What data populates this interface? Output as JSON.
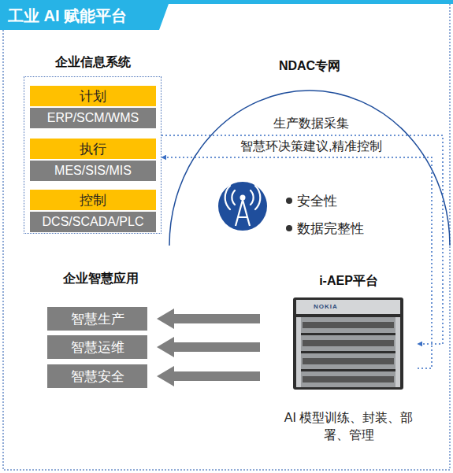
{
  "diagram": {
    "title": "工业 AI 赋能平台",
    "nodes": [
      {
        "text": [
          "企业信息系统"
        ]
      },
      {
        "text": [
          "计划"
        ],
        "in": 0
      },
      {
        "text": [
          "ERP/SCM/WMS"
        ],
        "in": 0
      },
      {
        "text": [
          "执行"
        ],
        "in": 0
      },
      {
        "text": [
          "MES/SIS/MIS"
        ],
        "in": 0
      },
      {
        "text": [
          "控制"
        ],
        "in": 0
      },
      {
        "text": [
          "DCS/SCADA/PLC"
        ],
        "in": 0
      },
      {
        "text": [
          "NDAC专网",
          "安全性",
          "数据完整性"
        ]
      },
      {
        "text": [
          "智慧生产"
        ]
      },
      {
        "text": [
          "智慧运维"
        ]
      },
      {
        "text": [
          "智慧安全"
        ]
      },
      {
        "text": [
          "i-AEP平台",
          "AI 模型训练、封装、部署、管理"
        ]
      }
    ],
    "edges": [
      {
        "from": 0,
        "to": 11,
        "label": "生产数据采集",
        "arrow": "to"
      },
      {
        "from": 11,
        "to": 0,
        "label": "智慧环决策建议,精准控制",
        "arrow": "to"
      },
      {
        "from": 11,
        "to": 8,
        "arrow": "to"
      },
      {
        "from": 11,
        "to": 9,
        "arrow": "to"
      },
      {
        "from": 11,
        "to": 10,
        "arrow": "to"
      }
    ],
    "labels": [
      "企业智慧应用",
      "NOKIA"
    ]
  }
}
